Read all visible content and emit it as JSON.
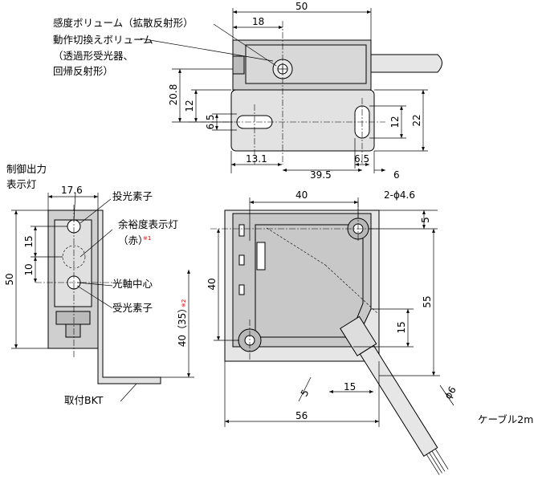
{
  "labels": {
    "sensitivity_volume": "感度ボリューム（拡散反射形）",
    "mode_volume_1": "動作切換えボリューム",
    "mode_volume_2": "（透過形受光器、",
    "mode_volume_3": "回帰反射形）",
    "output_indicator_1": "制御出力",
    "output_indicator_2": "表示灯",
    "emitter": "投光素子",
    "stability_indicator": "余裕度表示灯",
    "red": "（赤）",
    "note1": "※1",
    "optical_axis": "光軸中心",
    "receiver": "受光素子",
    "note2": "※2",
    "bracket": "取付BKT",
    "cable": "ケーブル2m"
  },
  "dims": {
    "top_width": "50",
    "top_knob_offset": "18",
    "knob_height": "20.8",
    "bracket_upper": "12",
    "slot_height": "6.5",
    "slot_right_height": "12",
    "bracket_height": "22",
    "bracket_hole_left": "13.1",
    "bracket_hole_pitch": "39.5",
    "bracket_slot_width": "6.5",
    "bracket_edge": "6",
    "side_width": "17.6",
    "side_height": "50",
    "emitter_offset": "15",
    "emitter_center": "10",
    "axis_height": "40（35）",
    "front_hole_pitch": "40",
    "hole_dia": "2-ϕ4.6",
    "front_top_offset": "5",
    "front_hole_vert": "40",
    "front_height": "55",
    "cable_offset": "15",
    "cable_angle_offset": "5",
    "cable_horizontal": "15",
    "cable_dia": "ϕ6",
    "front_width": "56"
  }
}
